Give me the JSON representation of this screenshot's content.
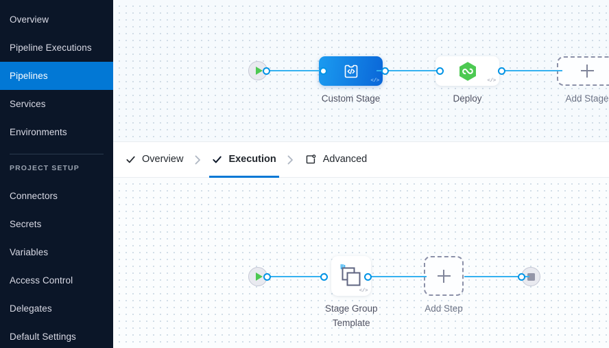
{
  "sidebar": {
    "items": [
      {
        "label": "Overview",
        "name": "sidebar-item-overview",
        "active": false
      },
      {
        "label": "Pipeline Executions",
        "name": "sidebar-item-pipeline-executions",
        "active": false
      },
      {
        "label": "Pipelines",
        "name": "sidebar-item-pipelines",
        "active": true
      },
      {
        "label": "Services",
        "name": "sidebar-item-services",
        "active": false
      },
      {
        "label": "Environments",
        "name": "sidebar-item-environments",
        "active": false
      }
    ],
    "section_label": "PROJECT SETUP",
    "project_items": [
      {
        "label": "Connectors",
        "name": "sidebar-item-connectors"
      },
      {
        "label": "Secrets",
        "name": "sidebar-item-secrets"
      },
      {
        "label": "Variables",
        "name": "sidebar-item-variables"
      },
      {
        "label": "Access Control",
        "name": "sidebar-item-access-control"
      },
      {
        "label": "Delegates",
        "name": "sidebar-item-delegates"
      },
      {
        "label": "Default Settings",
        "name": "sidebar-item-default-settings"
      }
    ],
    "colors": {
      "background": "#0b1628",
      "active": "#0278d5",
      "text": "#d9dae5"
    }
  },
  "tabs": [
    {
      "label": "Overview",
      "icon": "check-icon",
      "active": false
    },
    {
      "label": "Execution",
      "icon": "check-icon",
      "active": true
    },
    {
      "label": "Advanced",
      "icon": "gear-box-icon",
      "active": false
    }
  ],
  "tab_separator": "chevron-right-icon",
  "stage_canvas": {
    "start_node": {
      "icon": "play-icon",
      "label": ""
    },
    "end_node": {
      "icon": "stop-icon",
      "label": ""
    },
    "stages": [
      {
        "label": "Custom Stage",
        "icon": "custom-stage-code-icon",
        "badge": "</>",
        "selected": true
      },
      {
        "label": "Deploy",
        "icon": "deploy-hexagon-icon",
        "badge": "</>",
        "selected": false
      }
    ],
    "add_stage": {
      "label": "Add Stage",
      "icon": "plus-icon"
    }
  },
  "step_canvas": {
    "start_node": {
      "icon": "play-icon",
      "label": ""
    },
    "end_node": {
      "icon": "stop-icon",
      "label": ""
    },
    "steps": [
      {
        "label": "Stage Group\nTemplate",
        "icon": "template-layers-icon",
        "badge": "</>"
      }
    ],
    "add_step": {
      "label": "Add Step",
      "icon": "plus-icon"
    }
  },
  "colors": {
    "accent": "#0278d5",
    "wire": "#35b1f0",
    "port": "#0093e5",
    "canvas": "#f6fafd",
    "deploy_green": "#4dc952"
  }
}
